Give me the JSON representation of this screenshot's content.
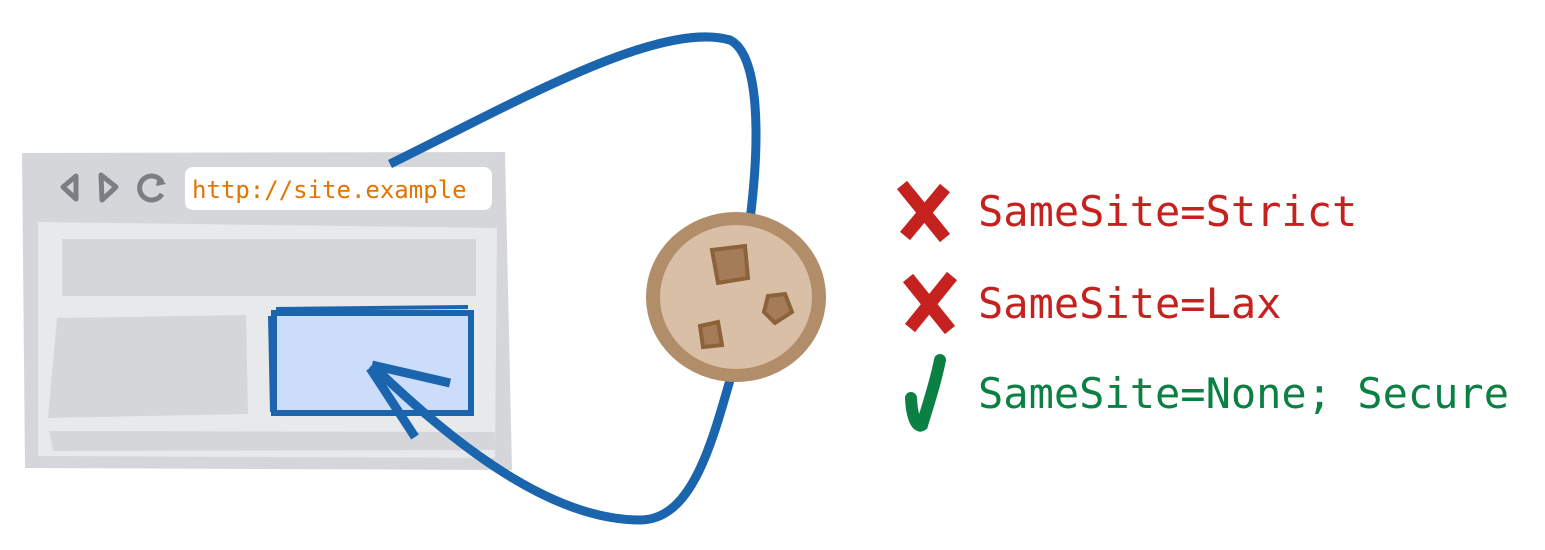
{
  "browser": {
    "url": "http://site.example",
    "icons": [
      "back-icon",
      "forward-icon",
      "reload-icon"
    ]
  },
  "rules": [
    {
      "label": "SameSite=Strict",
      "status": "blocked",
      "icon": "cross-icon",
      "color": "#c5221f"
    },
    {
      "label": "SameSite=Lax",
      "status": "blocked",
      "icon": "cross-icon",
      "color": "#c5221f"
    },
    {
      "label": "SameSite=None; Secure",
      "status": "allowed",
      "icon": "check-icon",
      "color": "#0b8043"
    }
  ],
  "colors": {
    "arrow": "#1a65ad",
    "frame": "#d5d6d9",
    "iframe_fill": "#cbddfb",
    "url_text": "#e37400",
    "cookie": "#d8bfa5"
  }
}
